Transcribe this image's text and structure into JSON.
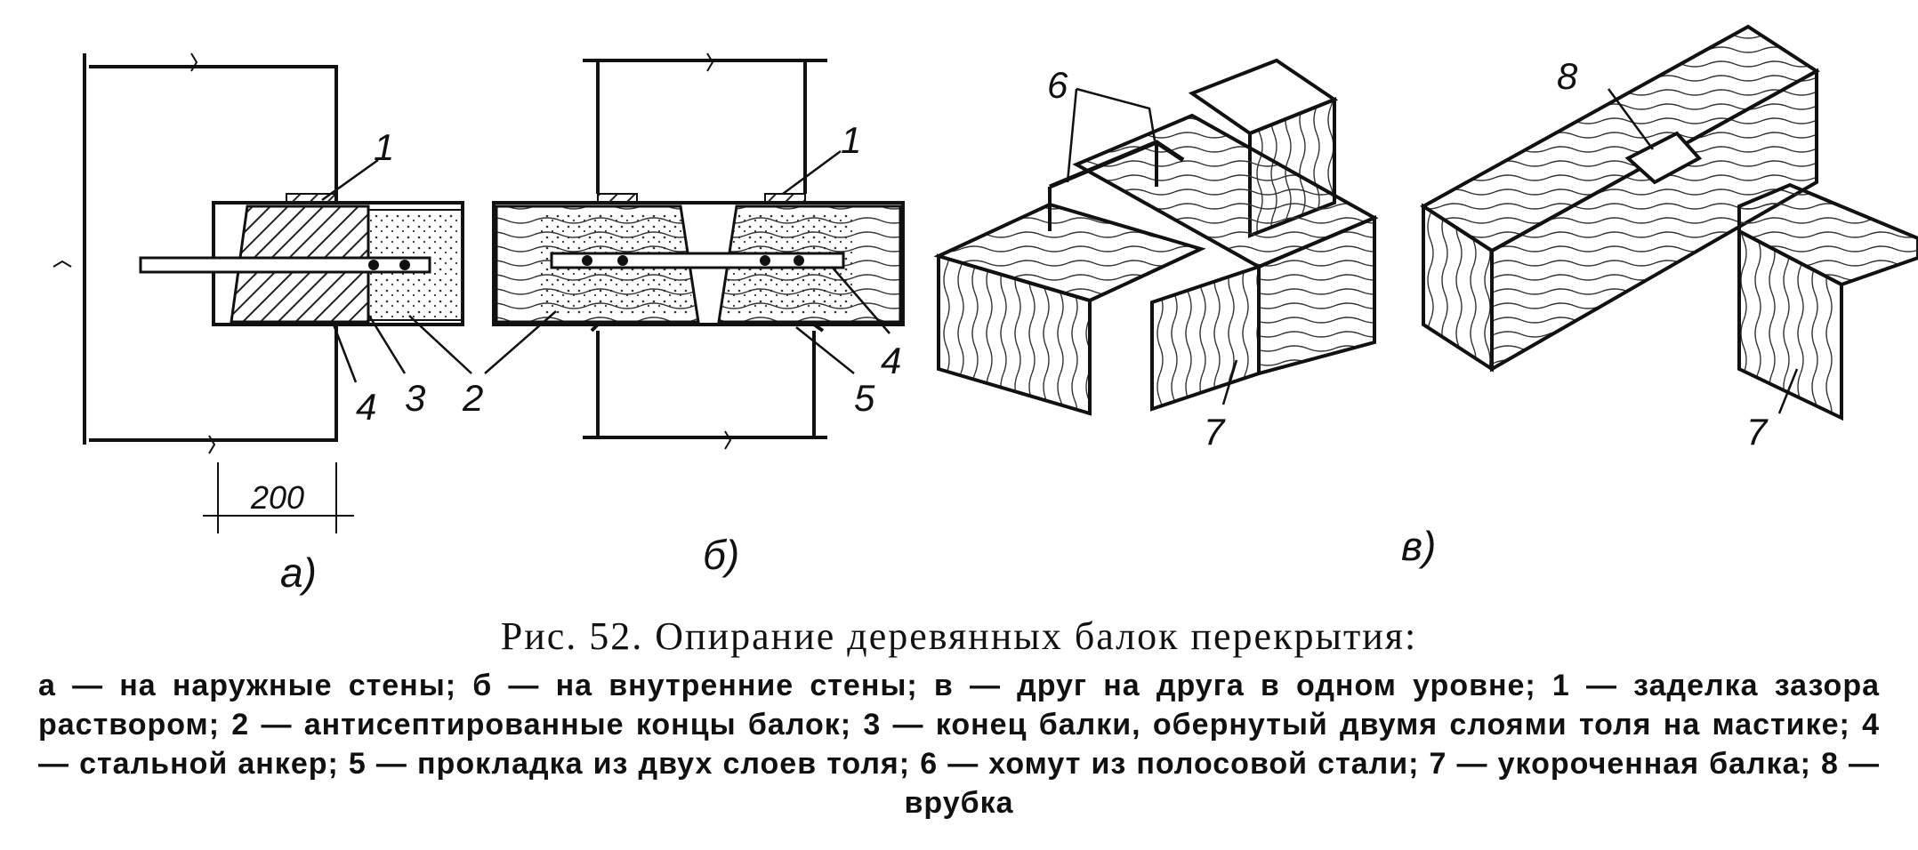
{
  "panels": {
    "a": {
      "label": "а)",
      "callouts": [
        "1",
        "4",
        "3",
        "2"
      ],
      "dimension": "200"
    },
    "b": {
      "label": "б)",
      "callouts": [
        "1",
        "4",
        "5"
      ]
    },
    "c": {
      "label": "в)",
      "callouts": [
        "6",
        "7",
        "8",
        "7"
      ]
    }
  },
  "caption": {
    "title": "Рис. 52. Опирание деревянных балок перекрытия:",
    "body": "а — на наружные стены; б — на внутренние стены; в — друг на друга в одном уровне; 1 — заделка зазора раствором; 2 — антисептированные концы балок; 3 — конец балки, обернутый двумя слоями толя на мастике; 4 — стальной анкер; 5 — прокладка из двух слоев толя; 6 — хомут из полосовой стали; 7 — укороченная балка; 8 — врубка"
  }
}
